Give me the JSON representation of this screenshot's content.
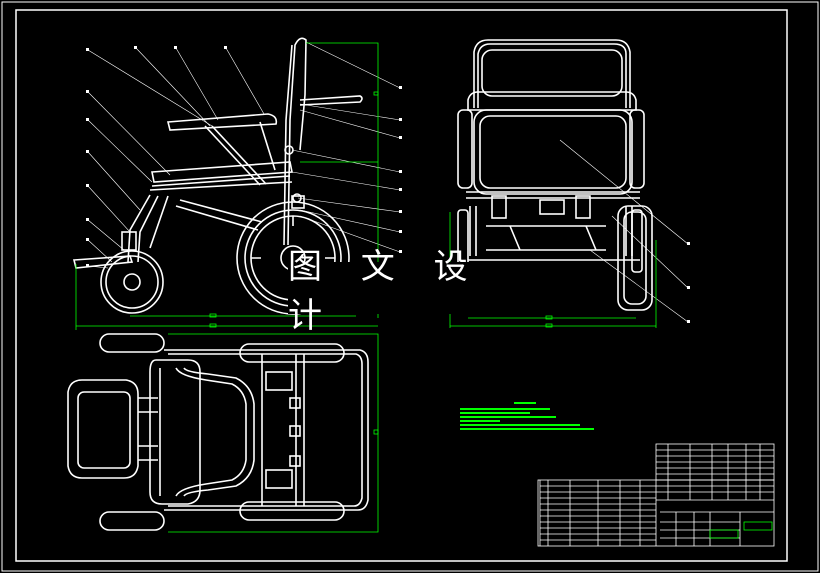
{
  "drawing": {
    "watermark": "图 文 设 计",
    "colors": {
      "background": "#000000",
      "outline": "#ffffff",
      "dimension": "#00ff00",
      "leader": "#ffffff"
    },
    "views": [
      "side-view",
      "front-view",
      "top-view",
      "title-block",
      "technical-notes"
    ]
  }
}
